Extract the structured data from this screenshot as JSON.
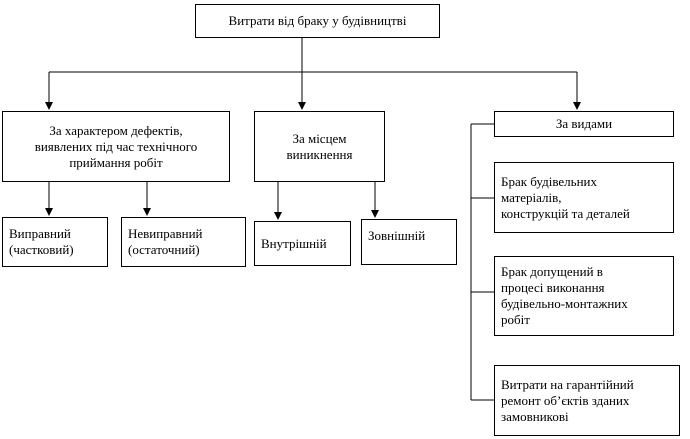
{
  "diagram": {
    "root": {
      "lines": [
        "Витрати від браку у будівництві"
      ]
    },
    "categories": [
      {
        "lines": [
          "За характером дефектів,",
          "виявлених під час технічного",
          "приймання робіт"
        ],
        "children": [
          {
            "lines": [
              "Виправний",
              "(частковий)"
            ]
          },
          {
            "lines": [
              "Невиправний",
              "(остаточний)"
            ]
          }
        ]
      },
      {
        "lines": [
          "За місцем",
          "виникнення"
        ],
        "children": [
          {
            "lines": [
              "Внутрішній"
            ]
          },
          {
            "lines": [
              "Зовнішній"
            ]
          }
        ]
      },
      {
        "lines": [
          "За видами"
        ],
        "children": [
          {
            "lines": [
              "Брак будівельних",
              "матеріалів,",
              "конструкцій та деталей"
            ]
          },
          {
            "lines": [
              "Брак допущений в",
              "процесі виконання",
              "будівельно-монтажних",
              "робіт"
            ]
          },
          {
            "lines": [
              "Витрати на гарантійний",
              "ремонт об’єктів зданих",
              "замовникові"
            ]
          }
        ]
      }
    ],
    "colors": {
      "line": "#000000",
      "box_border": "#000000",
      "background": "#ffffff"
    }
  }
}
